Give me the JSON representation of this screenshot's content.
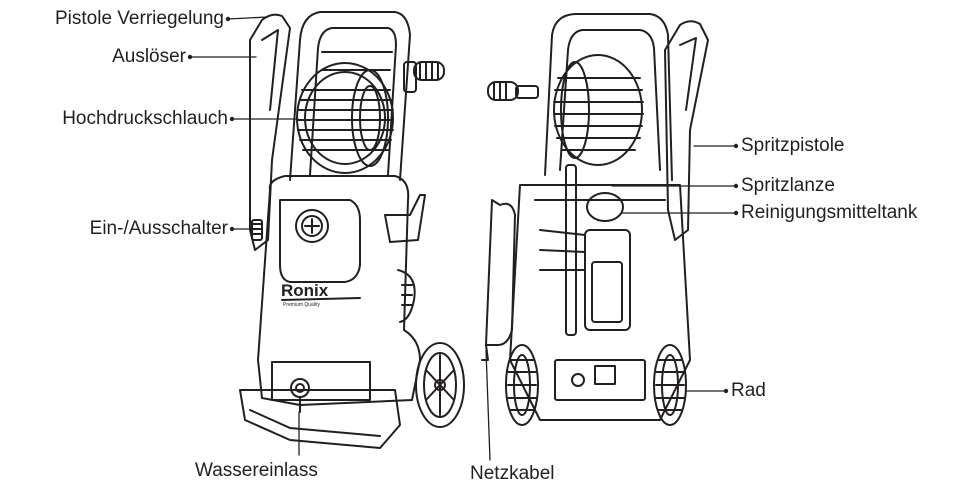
{
  "colors": {
    "stroke": "#231f20",
    "background": "#ffffff"
  },
  "brand": {
    "name": "Ronix",
    "tagline": "Premium Quality"
  },
  "labels": {
    "trigger_lock": "Pistole Verriegelung",
    "trigger": "Auslöser",
    "hose": "Hochdruckschlauch",
    "switch": "Ein-/Ausschalter",
    "water_inlet": "Wassereinlass",
    "spray_gun": "Spritzpistole",
    "lance": "Spritzlanze",
    "detergent_tank": "Reinigungsmitteltank",
    "wheel": "Rad",
    "power_cord": "Netzkabel"
  }
}
